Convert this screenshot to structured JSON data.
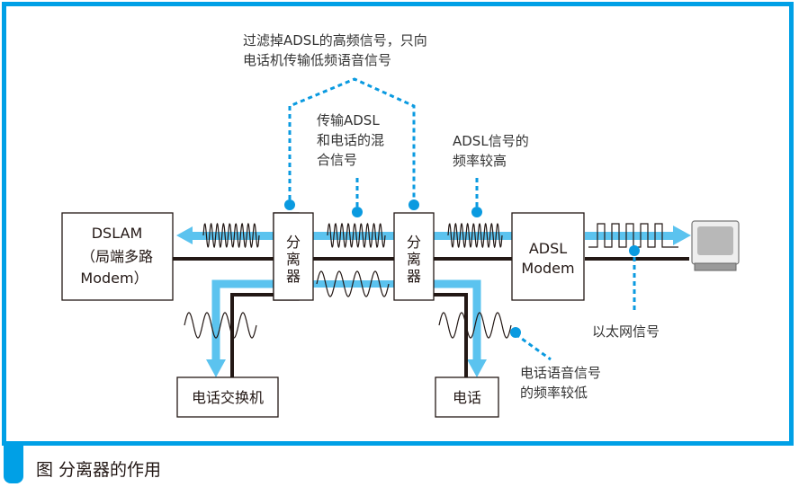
{
  "diagram": {
    "colors": {
      "frame": "#00a0e6",
      "signal_path": "#5bc3ef",
      "wire": "#231815",
      "callout": "#0a9ae0"
    },
    "nodes": {
      "dslam": {
        "line1": "DSLAM",
        "line2": "（局端多路",
        "line3": "Modem）"
      },
      "splitter_left": {
        "chars": [
          "分",
          "离",
          "器"
        ]
      },
      "splitter_right": {
        "chars": [
          "分",
          "离",
          "器"
        ]
      },
      "adsl_modem": {
        "line1": "ADSL",
        "line2": "Modem"
      },
      "pc": {
        "icon": "computer-monitor-icon"
      },
      "exchange": {
        "label": "电话交换机"
      },
      "phone": {
        "label": "电话"
      }
    },
    "annotations": {
      "filter_note": {
        "line1": "过滤掉ADSL的高频信号，只向",
        "line2": "电话机传输低频语音信号"
      },
      "mixed_note": {
        "line1": "传输ADSL",
        "line2": "和电话的混",
        "line3": "合信号"
      },
      "adsl_high": {
        "line1": "ADSL信号的",
        "line2": "频率较高"
      },
      "ethernet": {
        "line1": "以太网信号"
      },
      "voice_low": {
        "line1": "电话语音信号",
        "line2": "的频率较低"
      }
    }
  },
  "caption": {
    "label": "图 分离器的作用"
  }
}
